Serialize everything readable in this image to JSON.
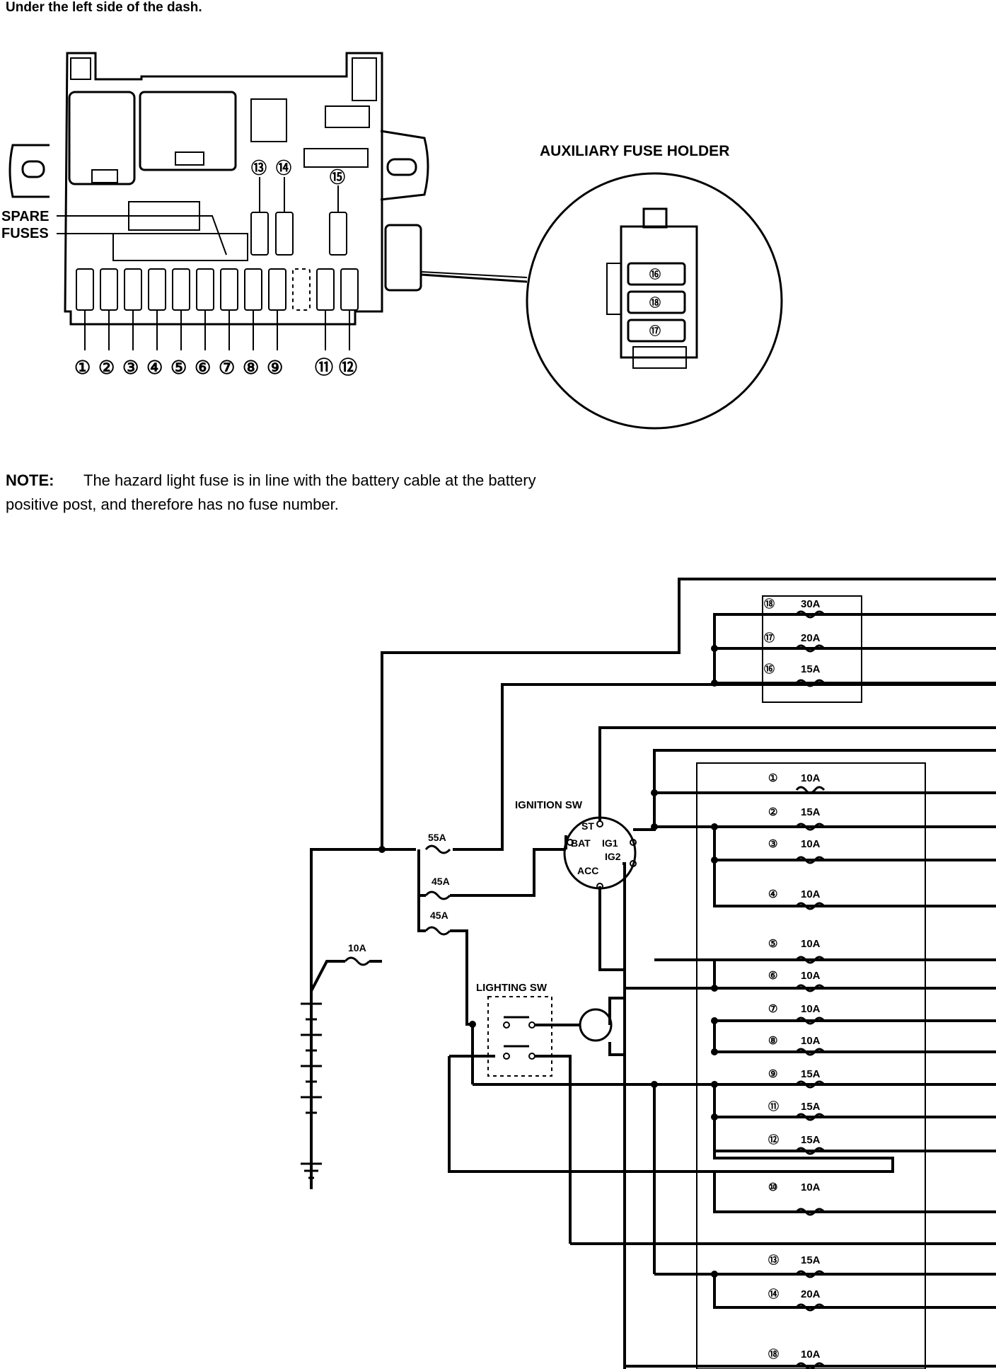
{
  "header": {
    "location_text": "Under the left side of the dash."
  },
  "fuse_box": {
    "spare_label_1": "SPARE",
    "spare_label_2": "FUSES",
    "bottom_numbers": [
      "①",
      "②",
      "③",
      "④",
      "⑤",
      "⑥",
      "⑦",
      "⑧",
      "⑨",
      "⑪",
      "⑫"
    ],
    "top_numbers": [
      "⑬",
      "⑭",
      "⑮"
    ]
  },
  "aux_holder": {
    "title": "AUXILIARY FUSE HOLDER",
    "fuse_numbers": [
      "⑯",
      "⑱",
      "⑰"
    ]
  },
  "note": {
    "label": "NOTE:",
    "line1": "The hazard light fuse is in line with the battery cable at the battery",
    "line2": "positive post, and therefore has no fuse  number."
  },
  "schematic": {
    "main_fuses": [
      {
        "rating": "55A"
      },
      {
        "rating": "45A"
      },
      {
        "rating": "45A"
      },
      {
        "rating": "10A"
      }
    ],
    "ignition": {
      "label": "IGNITION SW",
      "st": "ST",
      "bat": "BAT",
      "ig1": "IG1",
      "ig2": "IG2",
      "acc": "ACC"
    },
    "lighting": {
      "label": "LIGHTING SW"
    },
    "aux_fuses": [
      {
        "num": "⑱",
        "rating": "30A"
      },
      {
        "num": "⑰",
        "rating": "20A"
      },
      {
        "num": "⑯",
        "rating": "15A"
      }
    ],
    "box_fuses": [
      {
        "num": "①",
        "rating": "10A"
      },
      {
        "num": "②",
        "rating": "15A"
      },
      {
        "num": "③",
        "rating": "10A"
      },
      {
        "num": "④",
        "rating": "10A"
      },
      {
        "num": "⑤",
        "rating": "10A"
      },
      {
        "num": "⑥",
        "rating": "10A"
      },
      {
        "num": "⑦",
        "rating": "10A"
      },
      {
        "num": "⑧",
        "rating": "10A"
      },
      {
        "num": "⑨",
        "rating": "15A"
      },
      {
        "num": "⑪",
        "rating": "15A"
      },
      {
        "num": "⑫",
        "rating": "15A"
      },
      {
        "num": "⑩",
        "rating": "10A"
      },
      {
        "num": "⑬",
        "rating": "15A"
      },
      {
        "num": "⑭",
        "rating": "20A"
      },
      {
        "num": "⑱",
        "rating": "10A"
      }
    ]
  }
}
